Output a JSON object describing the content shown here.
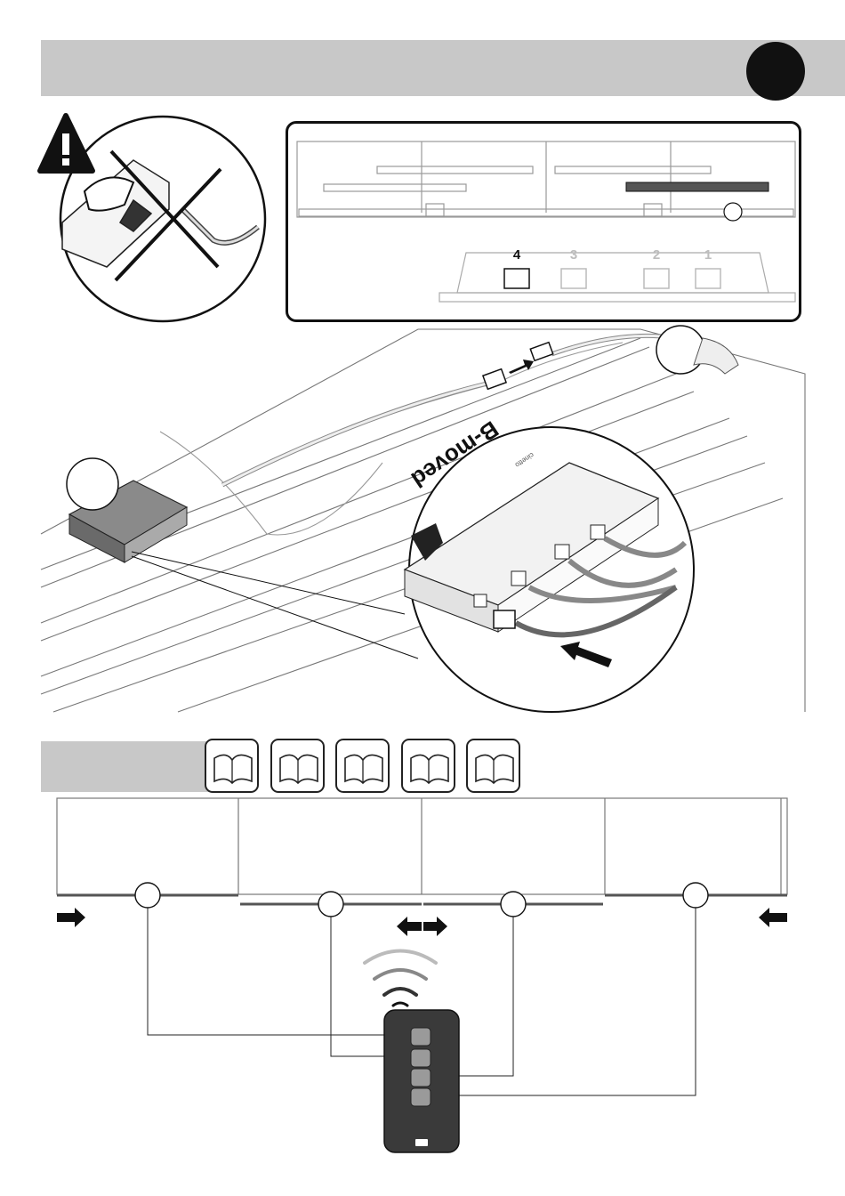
{
  "header": {
    "step_marker": ""
  },
  "inset": {
    "slots": [
      {
        "label": "4",
        "state": "active"
      },
      {
        "label": "3",
        "state": "inactive"
      },
      {
        "label": "2",
        "state": "inactive"
      },
      {
        "label": "1",
        "state": "inactive"
      }
    ]
  },
  "control_unit": {
    "brand": "B-moved",
    "sub_brand": "cinetto",
    "port_labels": [
      "4",
      "3",
      "2",
      "1"
    ]
  },
  "icons": {
    "warning": "warning-triangle-icon",
    "prohibited": "cross-out-icon",
    "book": "manual-book-icon",
    "remote": "remote-control-icon",
    "signal": "radio-signal-icon"
  },
  "manual_icons": [
    {
      "name": "manual-book-icon-1"
    },
    {
      "name": "manual-book-icon-2"
    },
    {
      "name": "manual-book-icon-3"
    },
    {
      "name": "manual-book-icon-4"
    },
    {
      "name": "manual-book-icon-5"
    }
  ],
  "remote": {
    "buttons": 4,
    "led_color": "#ffffff"
  },
  "colors": {
    "band": "#c8c8c8",
    "ink": "#111111",
    "remote_body": "#3a3a3a",
    "button": "#9a9a9a"
  }
}
